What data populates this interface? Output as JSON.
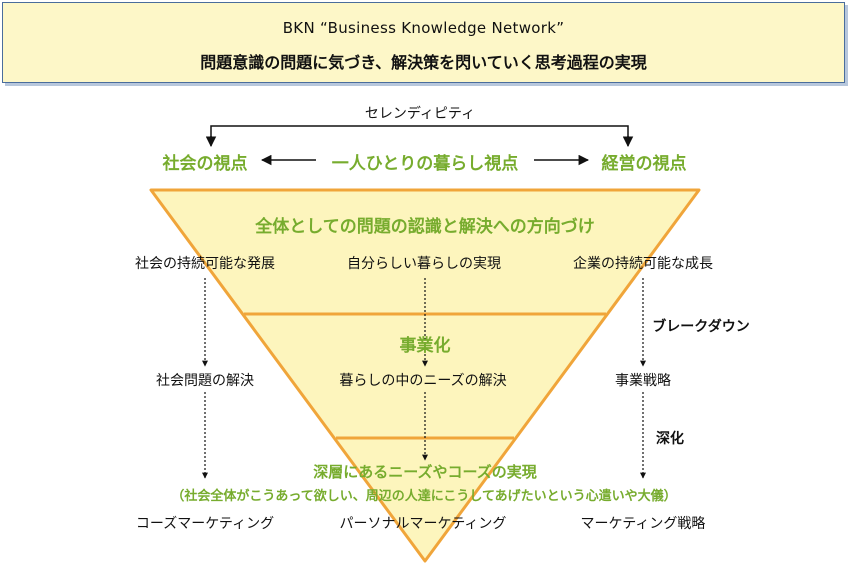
{
  "header": {
    "title": "BKN “Business Knowledge Network”",
    "subtitle": "問題意識の問題に気づき、解決策を閃いていく思考過程の実現"
  },
  "top": {
    "serendipity": "セレンディピティ",
    "left": "社会の視点",
    "center": "一人ひとりの暮らし視点",
    "right": "経営の視点"
  },
  "triangle": {
    "level1": "全体としての問題の認識と解決への方向づけ",
    "level2": "事業化",
    "level3_line1": "深層にあるニーズやコーズの実現",
    "level3_line2": "（社会全体がこうあって欲しい、周辺の人達にこうしてあげたいという心遣いや大儀）"
  },
  "columns": {
    "left": [
      "社会の持続可能な発展",
      "社会問題の解決",
      "コーズマーケティング"
    ],
    "center": [
      "自分らしい暮らしの実現",
      "暮らしの中のニーズの解決",
      "パーソナルマーケティング"
    ],
    "right": [
      "企業の持続可能な成長",
      "事業戦略",
      "マーケティング戦略"
    ]
  },
  "side_labels": {
    "breakdown": "ブレークダウン",
    "deepen": "深化"
  },
  "colors": {
    "triangle_fill": "#fdf5bd",
    "triangle_stroke": "#f0a53a",
    "green_text": "#77ac2e",
    "header_border": "#4a6d9c"
  }
}
